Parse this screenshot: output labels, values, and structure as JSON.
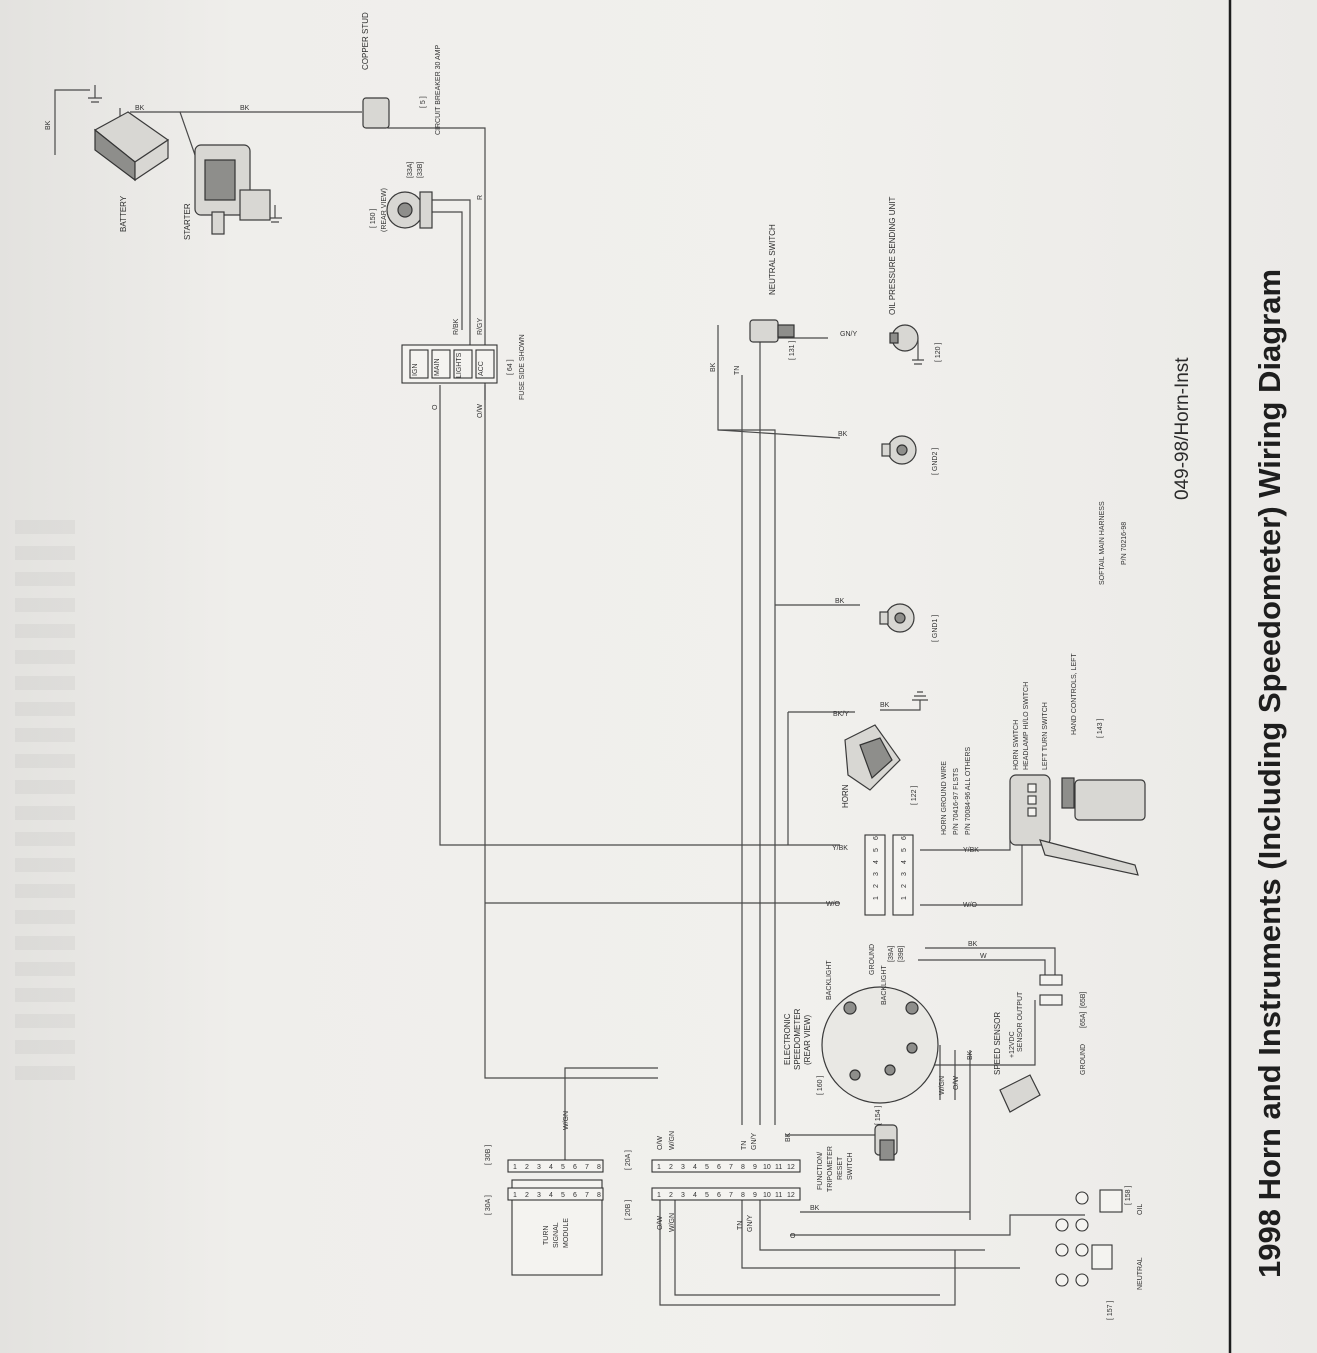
{
  "title": "1998 Horn and Instruments (Including Speedometer) Wiring Diagram",
  "reference": "049-98/Horn-Inst",
  "harness": {
    "name": "SOFTAIL MAIN HARNESS",
    "part_number": "P/N 70216-98"
  },
  "components": {
    "battery": "BATTERY",
    "starter": "STARTER",
    "copper_stud": "COPPER STUD",
    "circuit_breaker": "CIRCUIT BREAKER 30 AMP",
    "circuit_breaker_ref": "[ 5 ]",
    "ignition_switch_ref": "[ 150 ]",
    "ignition_switch_view": "(REAR VIEW)",
    "fuse_block_ref": "[ 64 ]",
    "fuse_block_note": "FUSE SIDE SHOWN",
    "neutral_switch": "NEUTRAL SWITCH",
    "neutral_switch_ref": "[ 131 ]",
    "oil_pressure": "OIL PRESSURE SENDING UNIT",
    "oil_pressure_ref": "[ 120 ]",
    "gnd2": "[ GND2 ]",
    "gnd1": "[ GND1 ]",
    "horn": "HORN",
    "horn_ref": "[ 122 ]",
    "horn_ground_wire": "HORN GROUND WIRE",
    "horn_ground_pn1": "P/N 70416-97 FLSTS",
    "horn_ground_pn2": "P/N 70084-96 ALL OTHERS",
    "hand_controls": [
      "HORN SWITCH",
      "HEADLAMP HI/LO SWITCH",
      "LEFT TURN SWITCH",
      "HAND CONTROLS, LEFT"
    ],
    "hand_controls_ref": "[ 143 ]",
    "speedometer": [
      "ELECTRONIC",
      "SPEEDOMETER",
      "(REAR VIEW)"
    ],
    "speedometer_ref": "[ 160 ]",
    "speedo_terminals": [
      "BACKLIGHT",
      "GROUND",
      "BACKLIGHT"
    ],
    "speedo_connectors": [
      "[39A]",
      "[39B]"
    ],
    "speed_sensor": "SPEED SENSOR",
    "speed_sensor_pins": [
      "+12VDC",
      "SENSOR OUTPUT",
      "GROUND"
    ],
    "speed_sensor_refs": [
      "[65A]",
      "[65B]"
    ],
    "reset_switch": [
      "FUNCTION/",
      "TRIPOMETER",
      "RESET",
      "SWITCH"
    ],
    "reset_switch_ref": "[ 154 ]",
    "turn_signal_module": [
      "TURN",
      "SIGNAL",
      "MODULE"
    ],
    "turn_signal_connectors": [
      "[ 30A ]",
      "[ 30B ]"
    ],
    "main_connectors": [
      "[ 20B ]",
      "[ 20A ]"
    ],
    "indicator_labels": [
      "NEUTRAL",
      "OIL"
    ],
    "indicator_refs": [
      "[ 157 ]",
      "[ 158 ]"
    ]
  },
  "ignition_terminals": [
    "[33A]",
    "[33B]"
  ],
  "wire_labels": [
    "BK",
    "R",
    "R/BK",
    "R/GY",
    "O",
    "O/W",
    "TN",
    "GN/Y",
    "Y/BK",
    "W/O",
    "W/GN",
    "W",
    "BK/Y"
  ],
  "fuse_labels": [
    "IGN",
    "MAIN",
    "LIGHTS",
    "ACC"
  ],
  "pin_numbers": [
    "1",
    "2",
    "3",
    "4",
    "5",
    "6",
    "7",
    "8",
    "9",
    "10",
    "11",
    "12"
  ]
}
